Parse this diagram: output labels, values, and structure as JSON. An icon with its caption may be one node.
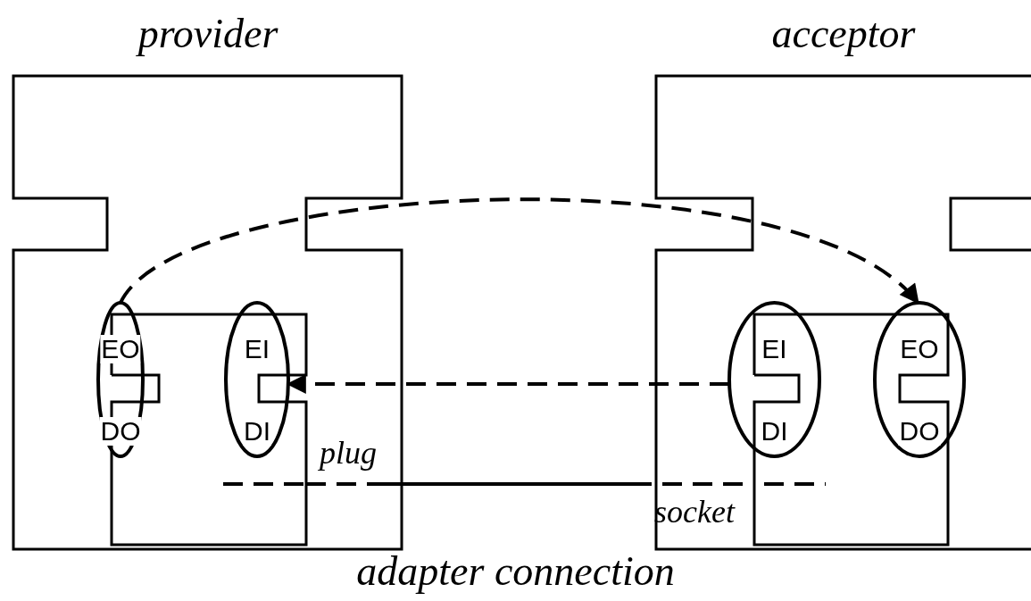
{
  "diagram": {
    "caption": "adapter connection",
    "nodes": [
      {
        "text": [
          "provider"
        ]
      },
      {
        "text": [],
        "shape": "box",
        "in": 0
      },
      {
        "text": [
          "EO",
          "DO"
        ],
        "in": 0
      },
      {
        "text": [
          "EI",
          "DI"
        ],
        "in": 0
      },
      {
        "text": [
          "acceptor"
        ]
      },
      {
        "text": [],
        "shape": "box",
        "in": 4
      },
      {
        "text": [
          "EI",
          "DI"
        ],
        "in": 4
      },
      {
        "text": [
          "EO",
          "DO"
        ],
        "in": 4
      }
    ],
    "edges": [
      {
        "from": 2,
        "to": 7,
        "arrow": "to",
        "style": "dashed"
      },
      {
        "from": 6,
        "to": 3,
        "arrow": "to",
        "style": "dashed"
      },
      {
        "from": 1,
        "to": 5,
        "arrow": "none"
      }
    ],
    "labels": [
      "plug",
      "socket"
    ]
  }
}
